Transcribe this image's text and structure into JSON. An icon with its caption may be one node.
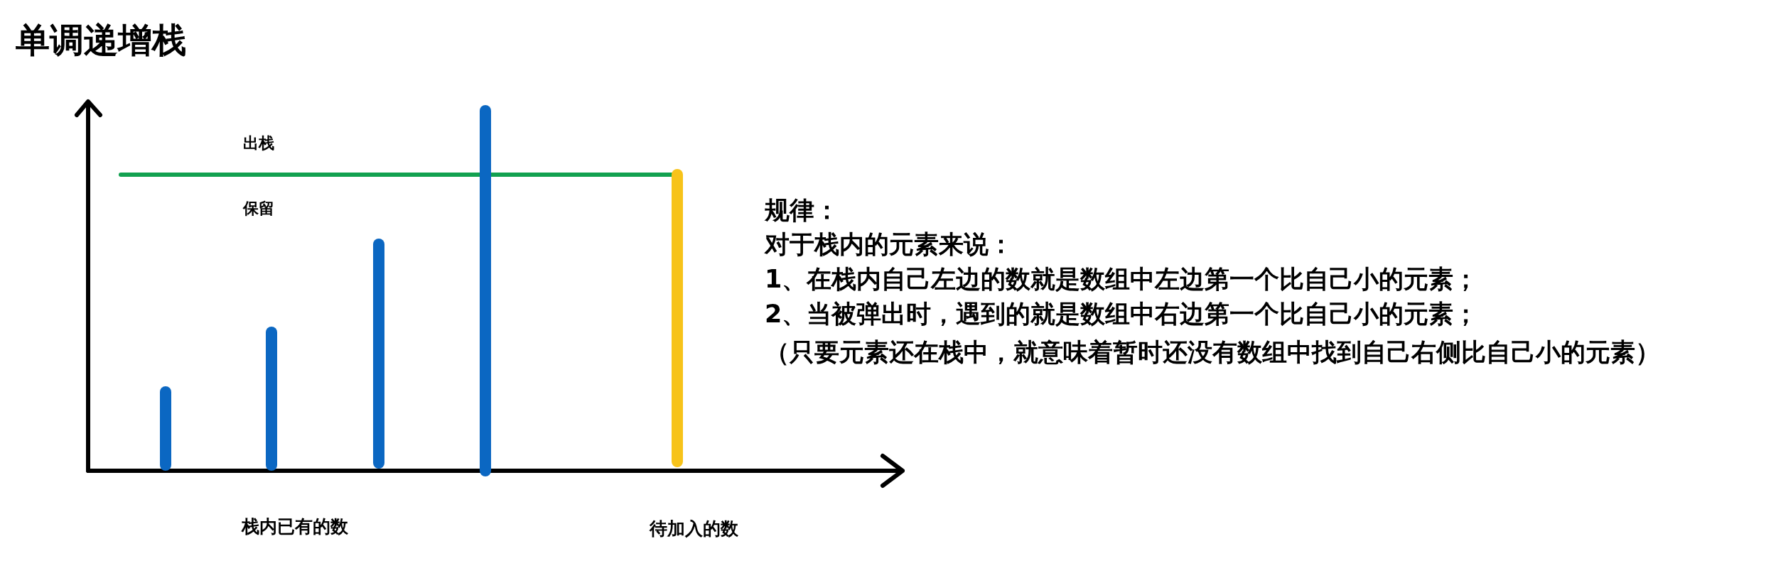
{
  "diagram": {
    "title": "单调递增栈",
    "labels": [
      "出栈",
      "保留",
      "规律：",
      "对于栈内的元素来说：",
      "1、在栈内自己左边的数就是数组中左边第一个比自己小的元素；",
      "2、当被弹出时，遇到的就是数组中右边第一个比自己小的元素；",
      "（只要元素还在栈中，就意味着暂时还没有数组中找到自己右侧比自己小的元素）",
      "栈内已有的数",
      "待加入的数"
    ]
  }
}
